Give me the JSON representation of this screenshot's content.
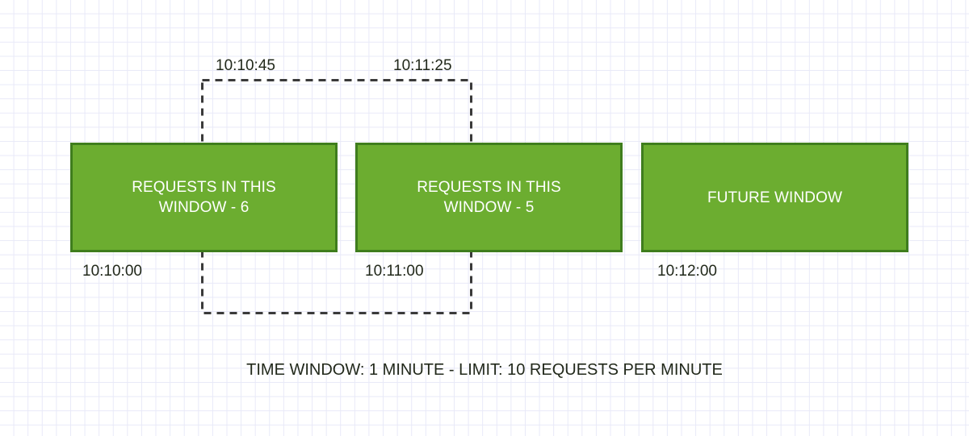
{
  "diagram": {
    "type": "sliding-window-rate-limiter",
    "caption": "TIME WINDOW: 1 MINUTE - LIMIT: 10 REQUESTS PER MINUTE",
    "colors": {
      "box_fill": "#6cad30",
      "box_border": "#3f7d1d",
      "box_text": "#ffffff",
      "label_text": "#22291b",
      "dashed_stroke": "#3a3a3a",
      "grid_line": "#e8e9f8",
      "canvas_background": "#ffffff"
    },
    "windows": [
      {
        "id": "current",
        "label": "REQUESTS IN THIS\nWINDOW - 6",
        "request_count": 6,
        "start_time": "10:10:00"
      },
      {
        "id": "next",
        "label": "REQUESTS IN THIS\nWINDOW - 5",
        "request_count": 5,
        "start_time": "10:11:00"
      },
      {
        "id": "future",
        "label": "FUTURE WINDOW",
        "request_count": null,
        "start_time": "10:12:00"
      }
    ],
    "sliding_window": {
      "start_label": "10:10:45",
      "end_label": "10:11:25",
      "duration": "1 MINUTE"
    },
    "limits": {
      "time_window": "1 MINUTE",
      "limit_requests_per_minute": 10
    }
  }
}
